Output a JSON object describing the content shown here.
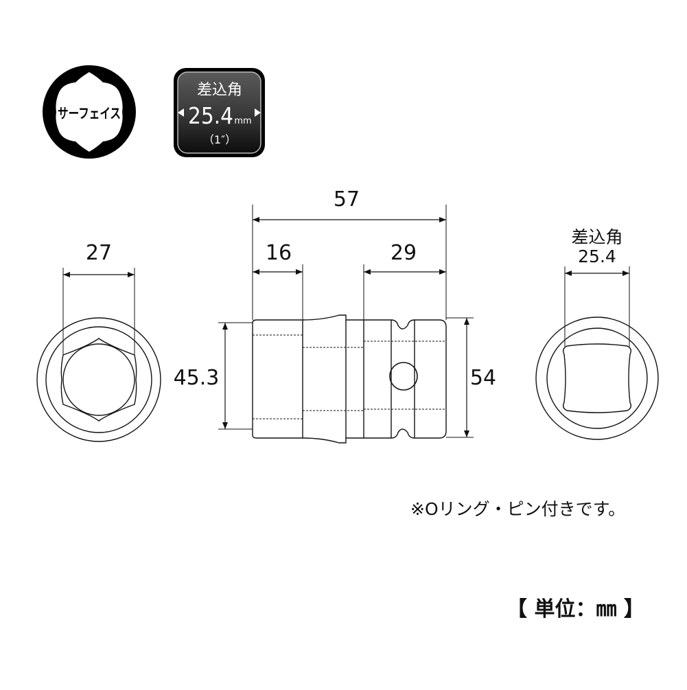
{
  "badges": {
    "surface": {
      "label": "サーフェイス"
    },
    "drive": {
      "title": "差込角",
      "value": "25.4",
      "unit": "mm",
      "inch": "（1″）"
    }
  },
  "dimensions": {
    "overall_length": "57",
    "front_width": "27",
    "socket_depth": "16",
    "drive_depth": "29",
    "body_diameter_left": "45.3",
    "body_diameter_right": "54",
    "drive_label_title": "差込角",
    "drive_label_value": "25.4"
  },
  "note": "※Oリング・ピン付きです。",
  "unit_label": "【 単位：㎜ 】"
}
